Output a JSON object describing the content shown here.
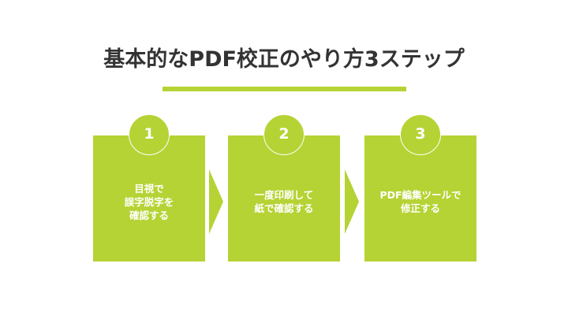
{
  "title": "基本的なPDF校正のやり方3ステップ",
  "colors": {
    "accent": "#b5d334",
    "title_text": "#333333",
    "step_text": "#ffffff",
    "background": "#ffffff"
  },
  "steps": [
    {
      "number": "1",
      "text": "目視で\n誤字脱字を\n確認する"
    },
    {
      "number": "2",
      "text": "一度印刷して\n紙で確認する"
    },
    {
      "number": "3",
      "text": "PDF編集ツールで\n修正する"
    }
  ]
}
